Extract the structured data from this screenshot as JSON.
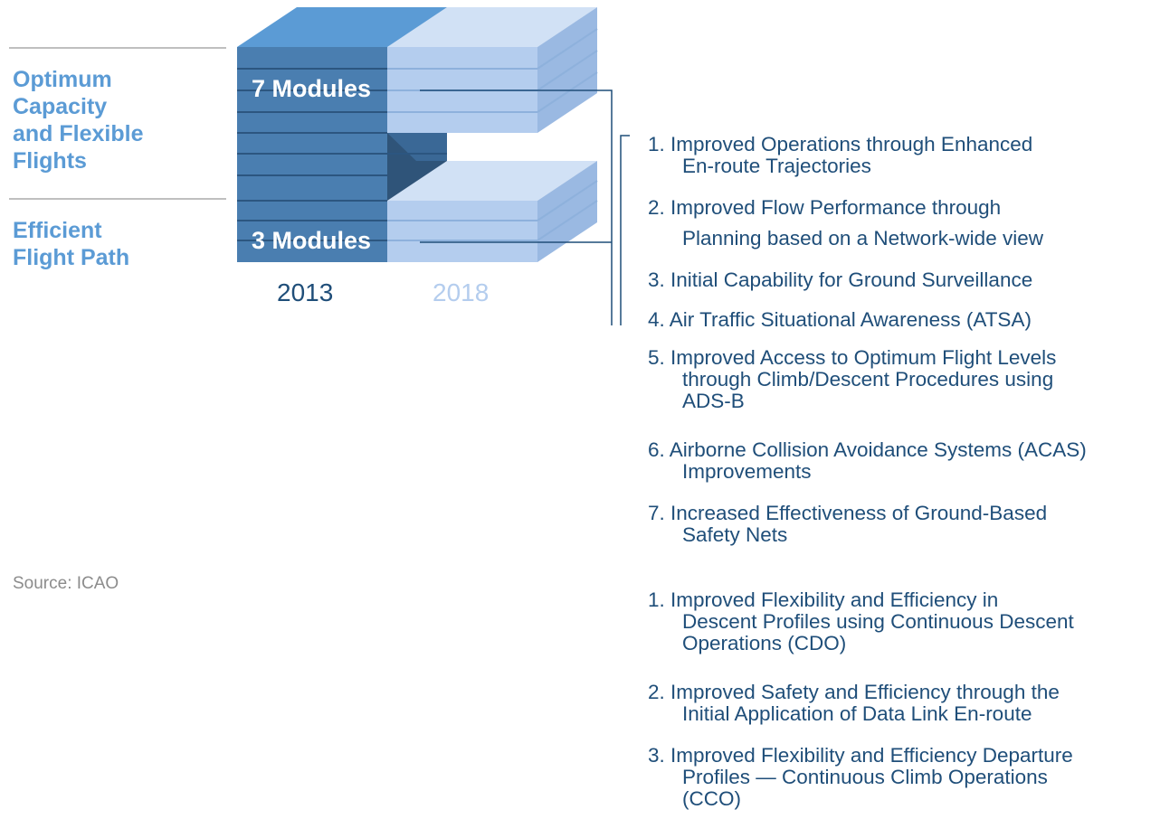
{
  "categories": [
    {
      "label": "Optimum\nCapacity\nand Flexible\nFlights"
    },
    {
      "label": "Efficient\nFlight Path"
    }
  ],
  "years": {
    "current": "2013",
    "future": "2018"
  },
  "modules": {
    "top": "7 Modules",
    "bottom": "3 Modules"
  },
  "source": "Source: ICAO",
  "colors": {
    "category_text": "#5b9bd5",
    "list_text": "#1f4e79",
    "block_2013": "#4a7eb0",
    "block_2018": "#b4cdee",
    "connector": "#1f4e79"
  },
  "list_top": [
    {
      "lines": [
        "1. Improved Operations through Enhanced",
        "En-route Trajectories"
      ]
    },
    {
      "lines": [
        "2. Improved Flow Performance through",
        "Planning based on a Network-wide view"
      ]
    },
    {
      "lines": [
        "3. Initial Capability for Ground Surveillance"
      ]
    },
    {
      "lines": [
        "4. Air Traffic Situational Awareness (ATSA)"
      ]
    },
    {
      "lines": [
        "5. Improved Access to Optimum Flight Levels",
        "through Climb/Descent Procedures using",
        "ADS-B"
      ]
    },
    {
      "lines": [
        "6. Airborne Collision Avoidance Systems (ACAS)",
        "Improvements"
      ]
    },
    {
      "lines": [
        "7. Increased Effectiveness of Ground-Based",
        "Safety Nets"
      ]
    }
  ],
  "list_bottom": [
    {
      "lines": [
        "1. Improved Flexibility and Efficiency in",
        "Descent Profiles using Continuous Descent",
        "Operations (CDO)"
      ]
    },
    {
      "lines": [
        "2. Improved Safety and Efficiency through the",
        "Initial Application of Data Link En-route"
      ]
    },
    {
      "lines": [
        "3. Improved Flexibility and Efficiency Departure",
        "Profiles — Continuous Climb Operations",
        "(CCO)"
      ]
    }
  ]
}
